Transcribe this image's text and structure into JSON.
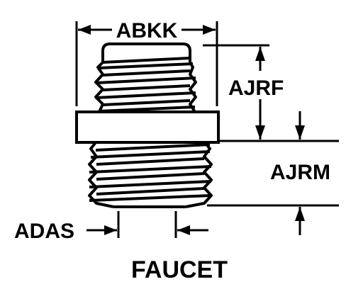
{
  "diagram": {
    "title": "FAUCET",
    "dimensions": {
      "overall_width": "ABKK",
      "upper_thread_length": "AJRF",
      "lower_thread_length": "AJRM",
      "lower_thread_width": "ADAS"
    }
  }
}
